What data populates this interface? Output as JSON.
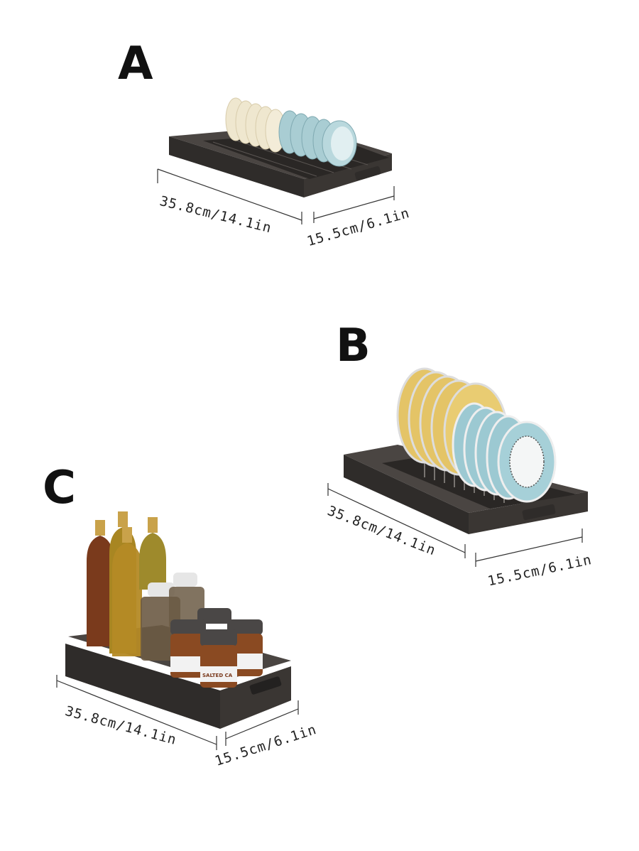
{
  "variants": {
    "a": {
      "letter": "A",
      "length_label": "35.8cm/14.1in",
      "width_label": "15.5cm/6.1in"
    },
    "b": {
      "letter": "B",
      "length_label": "35.8cm/14.1in",
      "width_label": "15.5cm/6.1in"
    },
    "c": {
      "letter": "C",
      "length_label": "35.8cm/14.1in",
      "width_label": "15.5cm/6.1in"
    }
  },
  "jar_label": "SALTED CA",
  "colors": {
    "tray": "#3a3633",
    "tray_dark": "#2a2725",
    "bowl_cream": "#efe7cf",
    "bowl_blue": "#a9cdd3",
    "plate_yellow": "#e4c467",
    "plate_blue": "#9cc9d2",
    "oil": "#b48a26",
    "jar_content": "#8a4a22",
    "lid": "#4a4746"
  }
}
